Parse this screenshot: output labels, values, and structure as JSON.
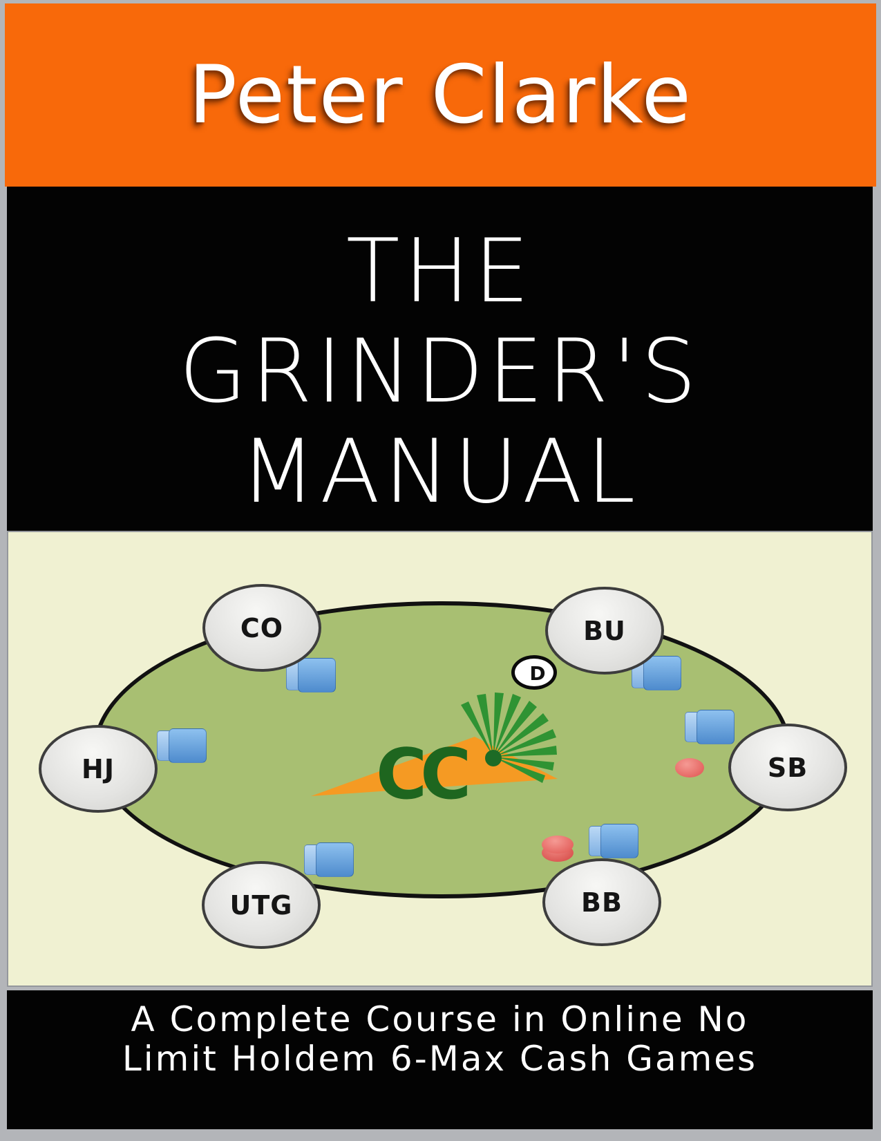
{
  "page": {
    "background": "#b3b5b9"
  },
  "author_band": {
    "name": "Peter Clarke",
    "bg": "#f8690a",
    "text_color": "#ffffff"
  },
  "title_band": {
    "bg": "#030303",
    "text_color": "#ffffff",
    "lines": [
      "THE",
      "GRINDER'S",
      "MANUAL"
    ]
  },
  "illustration": {
    "bg": "#f0f1d2",
    "table_color": "#a8bf72",
    "seat_color": "#e8e8e6",
    "chip_blue": "#5e99d9",
    "chip_red": "#e4625e",
    "seats": [
      {
        "label": "CO"
      },
      {
        "label": "BU"
      },
      {
        "label": "HJ"
      },
      {
        "label": "SB"
      },
      {
        "label": "UTG"
      },
      {
        "label": "BB"
      }
    ],
    "dealer_button": "D",
    "logo": {
      "text": "CC",
      "carrot_color": "#f59a23",
      "leaf_color": "#2f9333",
      "text_color": "#1e661f"
    }
  },
  "subtitle_band": {
    "bg": "#030303",
    "text_color": "#ffffff",
    "lines": [
      "A Complete Course in Online No",
      "Limit Holdem 6-Max Cash Games"
    ]
  }
}
